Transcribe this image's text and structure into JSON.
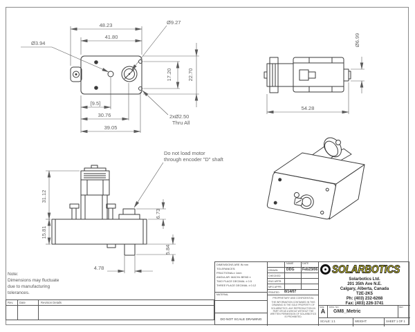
{
  "dims": {
    "front": {
      "w_overall": "48.23",
      "w_body": "41.80",
      "dia_boss": "Ø9.27",
      "dia_hole": "Ø3.94",
      "h_holes": "17.20",
      "h_overall": "22.70",
      "ref": "[9.5]",
      "x_shaft": "30.76",
      "x_holes": "39.05",
      "holes_count": "2xØ2.50",
      "holes_thru": "Thru All"
    },
    "top": {
      "length": "54.28",
      "dia_shaft": "Ø6.99"
    },
    "side": {
      "h_upper": "31.12",
      "h_gearbox": "15.81",
      "h_encoder_boss": "6.73",
      "shaft_len": "5.84",
      "shaft_w": "4.78"
    }
  },
  "notes": {
    "encoder1": "Do not load motor",
    "encoder2": "through encoder \"D\" shaft",
    "note_title": "Note:",
    "note_l1": "Dimensions may fluctuate",
    "note_l2": "due to manufacturing",
    "note_l3": "tolerances."
  },
  "rev_table": {
    "rev": "Rev.",
    "date": "Date",
    "details": "Revision Details"
  },
  "title_block": {
    "tol1": "DIMENSIONS ARE IN mm",
    "tol2": "TOLERANCES:",
    "tol3": "FRACTIONAL± 1mm",
    "tol4": "ANGULAR: MACH±  BEND ±",
    "tol5": "TWO PLACE DECIMAL    ± 0.5",
    "tol6": "THREE PLACE DECIMAL  ± 0.12",
    "material": "MATERIAL",
    "dns": "DO NOT SCALE DRAWING",
    "name_h": "NAME",
    "date_h": "DATE",
    "drawn_l": "DRAWN",
    "drawn_n": "DDG",
    "drawn_d": "Feb23/06",
    "checked_l": "CHECKED",
    "engappr_l": "ENG APPR.",
    "mfgappr_l": "MFG APPR.",
    "printed_l": "PRINTED",
    "printed_n": "8/14/07",
    "prop_title": "PROPRIETARY AND CONFIDENTIAL",
    "prop_body": "THE INFORMATION CONTAINED IN THIS DRAWING IS THE SOLE PROPERTY OF SOLARBOTICS. ANY REPRODUCTION IN PART OR AS A WHOLE WITHOUT THE WRITTEN PERMISSION OF SOLARBOTICS IS PROHIBITED.",
    "logo": "SOLARBOTICS",
    "co1": "Solarbotics Ltd.",
    "co2": "201 35th Ave N.E.",
    "co3": "Calgary, Alberta, Canada",
    "co4": "T2E-2K5",
    "co5": "Ph: (403) 232-6268",
    "co6": "Fax: (403) 226-3741",
    "size_l": "SIZE",
    "size_v": "A",
    "dwg_l": "DWG. NO.",
    "dwg_v": "GM8_Metric",
    "rev_l": "REV",
    "scale": "SCALE: 1:1",
    "weight": "WEIGHT:",
    "sheet": "SHEET 1 OF 1"
  },
  "colors": {
    "line": "#3a3a3a",
    "dim_line": "#5a5a5a",
    "logo_yellow": "#f5e93a"
  }
}
